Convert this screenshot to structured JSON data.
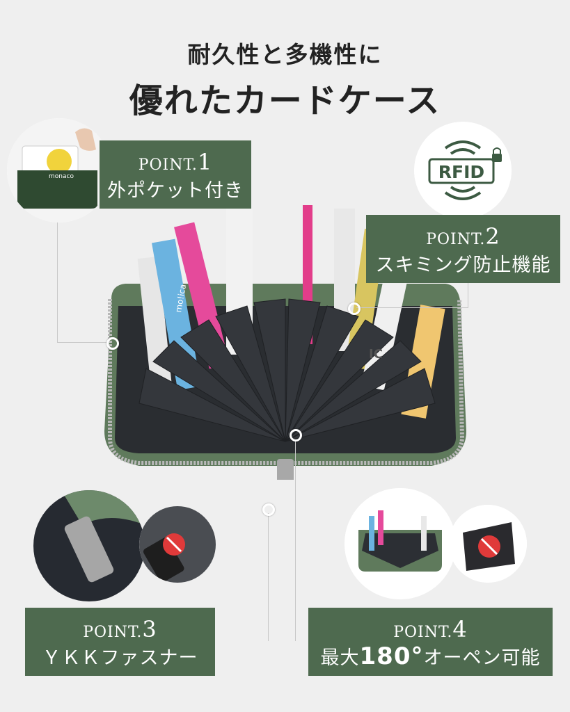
{
  "heading": {
    "line1": "耐久性と多機性に",
    "line2": "優れたカードケース"
  },
  "points": [
    {
      "label_prefix": "POINT.",
      "number": "1",
      "description": "外ポケット付き"
    },
    {
      "label_prefix": "POINT.",
      "number": "2",
      "description": "スキミング防止機能"
    },
    {
      "label_prefix": "POINT.",
      "number": "3",
      "description": "ＹＫＫファスナー"
    },
    {
      "label_prefix": "POINT.",
      "number": "4",
      "description_prefix": "最大",
      "angle": "180°",
      "description_suffix": "オーペン可能"
    }
  ],
  "rfid_badge": {
    "text": "RFID"
  },
  "card_texts": {
    "pocket_card": "monaco",
    "card_brand": "mo!ica",
    "ic": "IC"
  },
  "colors": {
    "background": "#efefef",
    "box_green": "#4e6a4f",
    "wallet_green": "#5f7a5c",
    "interior": "#2b2e33",
    "badge_green": "#3c5a42",
    "prohibited_red": "#e03a3a"
  }
}
